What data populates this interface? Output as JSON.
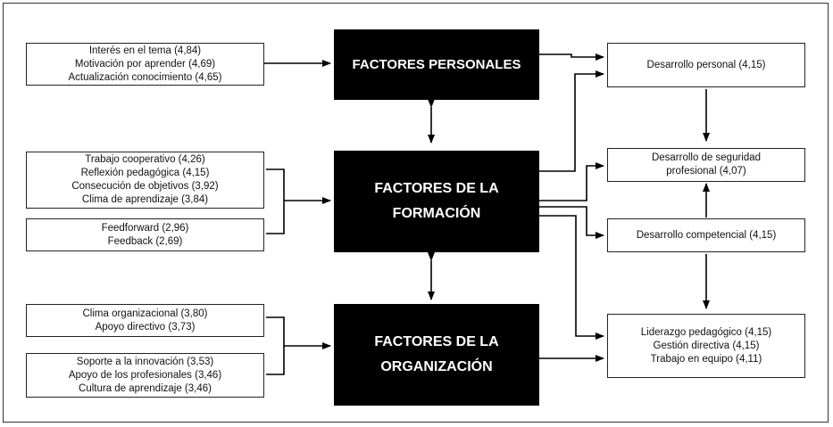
{
  "inputs": {
    "personal": [
      "Interés en el tema (4,84)",
      "Motivación por aprender (4,69)",
      "Actualización conocimiento (4,65)"
    ],
    "formacion_a": [
      "Trabajo cooperativo (4,26)",
      "Reflexión pedagógica (4,15)",
      "Consecución de objetivos (3,92)",
      "Clima de aprendizaje (3,84)"
    ],
    "formacion_b": [
      "Feedforward (2,96)",
      "Feedback (2,69)"
    ],
    "organizacion_a": [
      "Clima organizacional (3,80)",
      "Apoyo directivo (3,73)"
    ],
    "organizacion_b": [
      "Soporte a la innovación (3,53)",
      "Apoyo de los profesionales (3,46)",
      "Cultura de aprendizaje (3,46)"
    ]
  },
  "factors": {
    "personal": "FACTORES PERSONALES",
    "formacion": [
      "FACTORES DE LA",
      "FORMACIÓN"
    ],
    "organizacion": [
      "FACTORES DE LA",
      "ORGANIZACIÓN"
    ]
  },
  "outcomes": {
    "desarrollo_personal": "Desarrollo personal  (4,15)",
    "seguridad": [
      "Desarrollo de seguridad",
      "profesional (4,07)"
    ],
    "competencial": "Desarrollo competencial (4,15)",
    "liderazgo": [
      "Liderazgo pedagógico (4,15)",
      "Gestión directiva (4,15)",
      "Trabajo en equipo (4,11)"
    ]
  }
}
